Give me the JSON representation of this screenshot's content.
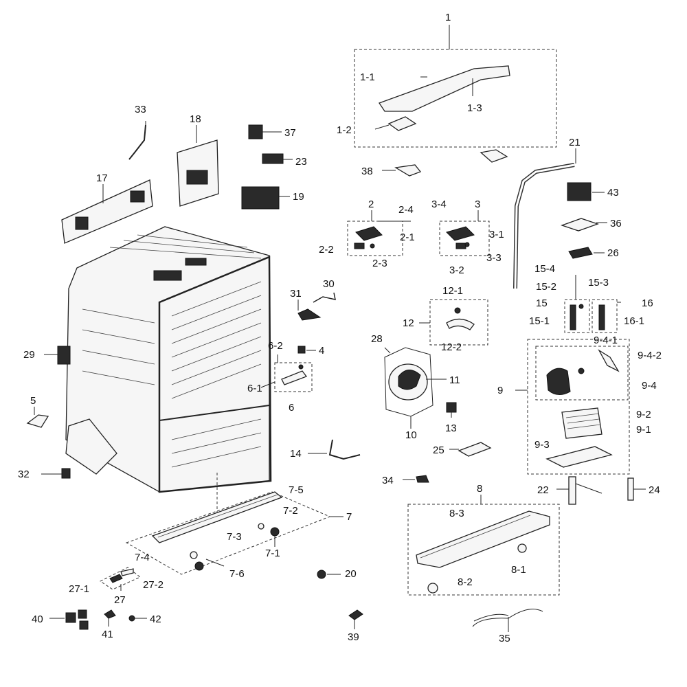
{
  "labels": {
    "l1": "1",
    "l1_1": "1-1",
    "l1_2": "1-2",
    "l1_3": "1-3",
    "l2": "2",
    "l2_1": "2-1",
    "l2_2": "2-2",
    "l2_3": "2-3",
    "l2_4": "2-4",
    "l3": "3",
    "l3_1": "3-1",
    "l3_2": "3-2",
    "l3_3": "3-3",
    "l3_4": "3-4",
    "l4": "4",
    "l5": "5",
    "l6": "6",
    "l6_1": "6-1",
    "l6_2": "6-2",
    "l7": "7",
    "l7_1": "7-1",
    "l7_2": "7-2",
    "l7_3": "7-3",
    "l7_4": "7-4",
    "l7_5": "7-5",
    "l7_6": "7-6",
    "l8": "8",
    "l8_1": "8-1",
    "l8_2": "8-2",
    "l8_3": "8-3",
    "l9": "9",
    "l9_1": "9-1",
    "l9_2": "9-2",
    "l9_3": "9-3",
    "l9_4": "9-4",
    "l9_4_1": "9-4-1",
    "l9_4_2": "9-4-2",
    "l10": "10",
    "l11": "11",
    "l12": "12",
    "l12_1": "12-1",
    "l12_2": "12-2",
    "l13": "13",
    "l14": "14",
    "l15": "15",
    "l15_1": "15-1",
    "l15_2": "15-2",
    "l15_3": "15-3",
    "l15_4": "15-4",
    "l16": "16",
    "l16_1": "16-1",
    "l17": "17",
    "l18": "18",
    "l19": "19",
    "l20": "20",
    "l21": "21",
    "l22": "22",
    "l23": "23",
    "l24": "24",
    "l25": "25",
    "l26": "26",
    "l27": "27",
    "l27_1": "27-1",
    "l27_2": "27-2",
    "l28": "28",
    "l29": "29",
    "l30": "30",
    "l31": "31",
    "l32": "32",
    "l33": "33",
    "l34": "34",
    "l35": "35",
    "l36": "36",
    "l37": "37",
    "l38": "38",
    "l39": "39",
    "l40": "40",
    "l41": "41",
    "l42": "42",
    "l43": "43"
  }
}
